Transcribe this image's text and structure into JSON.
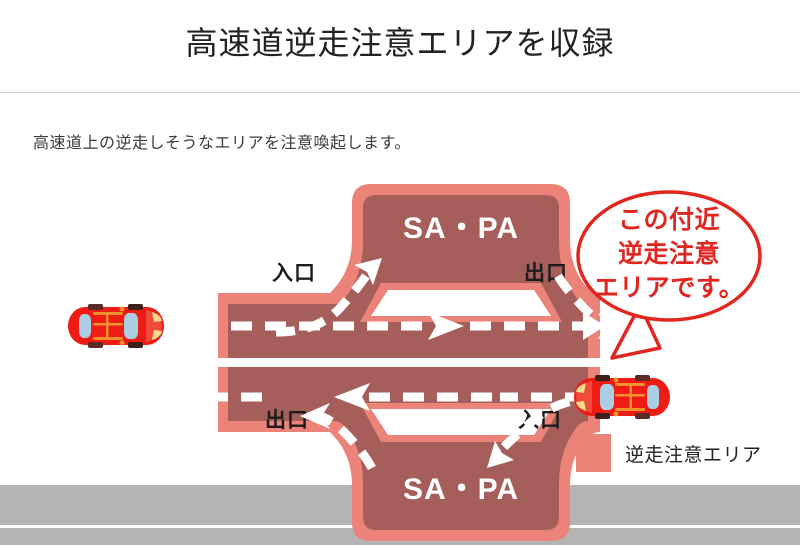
{
  "header": {
    "title": "高速道逆走注意エリアを収録"
  },
  "subtitle": {
    "text": "高速道上の逆走しそうなエリアを注意喚起します。"
  },
  "diagram": {
    "sapa_top_label": "SA・PA",
    "sapa_bottom_label": "SA・PA",
    "gates": {
      "top_left": "入口",
      "top_right": "出口",
      "bottom_left": "出口",
      "bottom_right": "入口"
    },
    "callout": {
      "line1": "この付近",
      "line2": "逆走注意",
      "line3": "エリアです。"
    },
    "vehicles": {
      "correct_direction_car": "car-top-down-red",
      "wrong_way_car": "car-top-down-red"
    }
  },
  "legend": {
    "swatch_color": "#ec8379",
    "label": "逆走注意エリア"
  },
  "colors": {
    "caution_area_fill": "#a55e59",
    "caution_area_border": "#ec8379",
    "road_gray": "#b4b4b4",
    "callout_red": "#e1251f",
    "car_body_red": "#ee1c14",
    "car_window_blue": "#aacfe4",
    "title_text": "#222222"
  }
}
